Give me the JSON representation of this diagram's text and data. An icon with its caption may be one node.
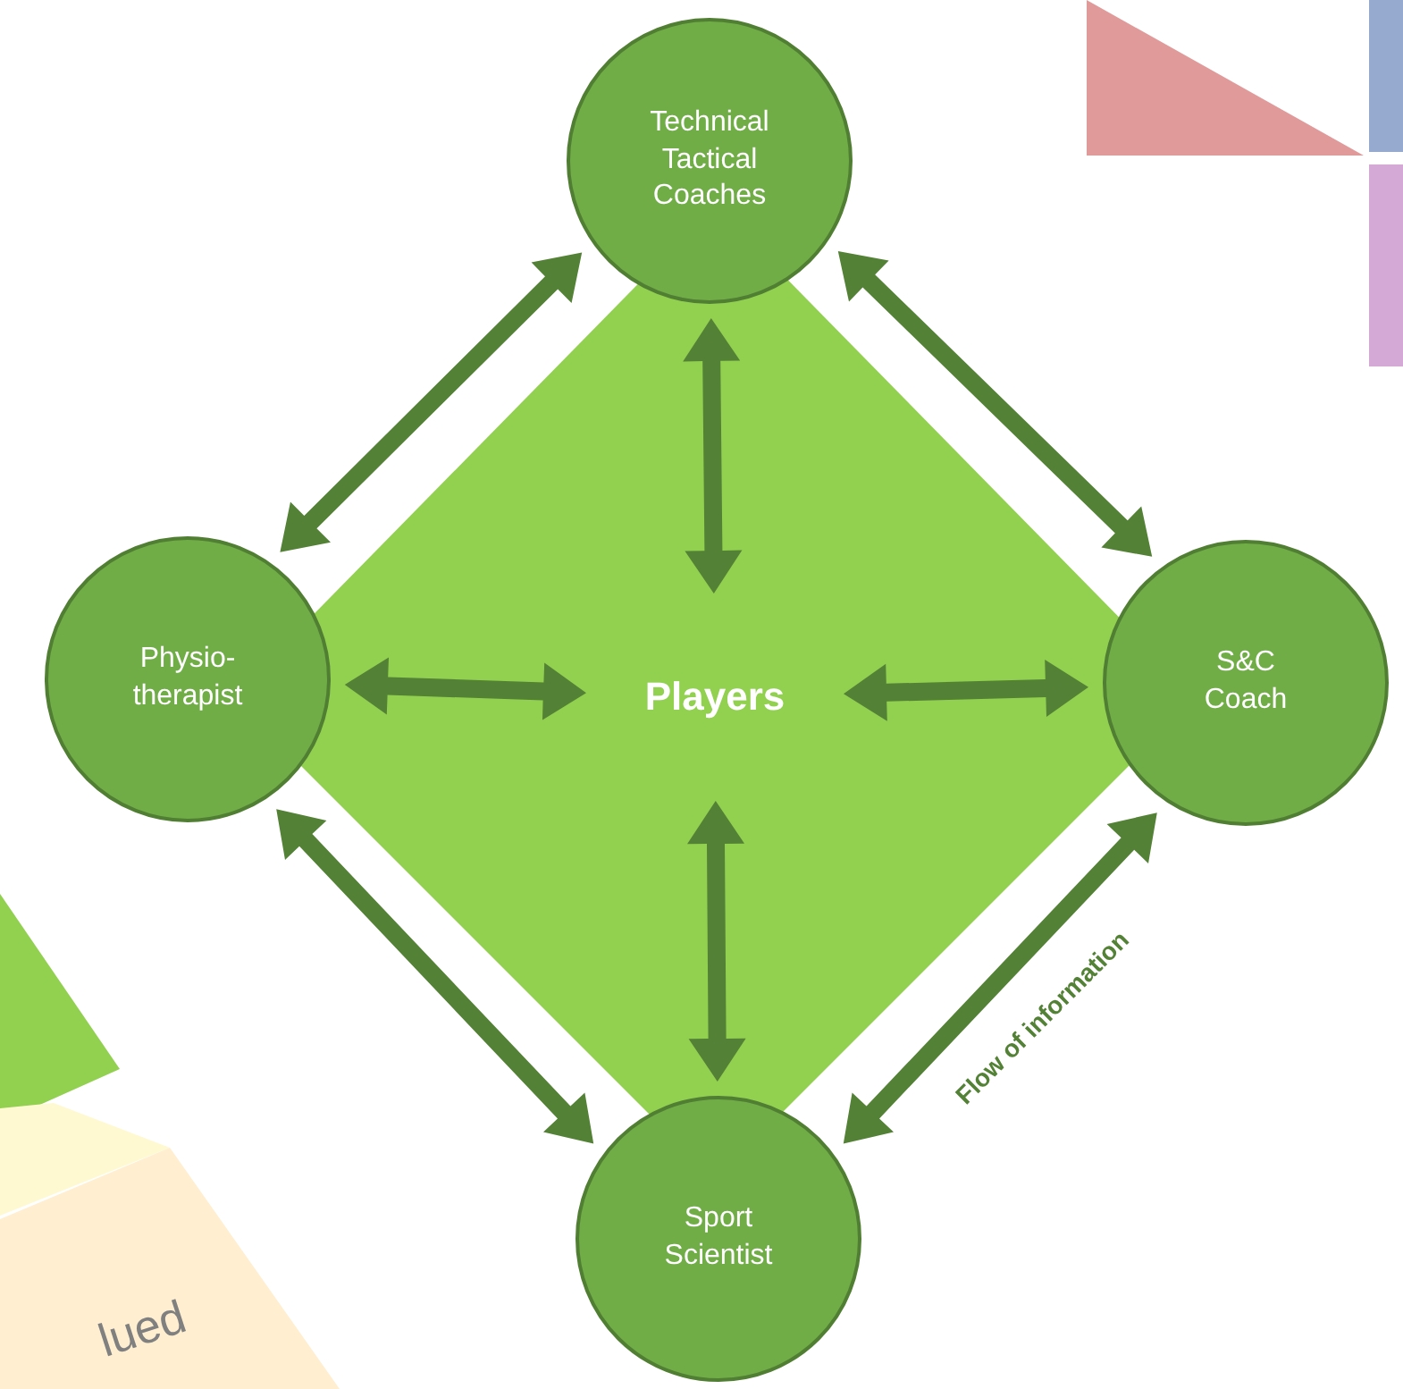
{
  "diagram": {
    "nodes": [
      {
        "text": [
          "Players"
        ]
      },
      {
        "text": [
          "Technical Tactical Coaches"
        ]
      },
      {
        "text": [
          "Physio- therapist"
        ]
      },
      {
        "text": [
          "S&C Coach"
        ]
      },
      {
        "text": [
          "Sport Scientist"
        ]
      }
    ],
    "edges": [
      {
        "from": 0,
        "to": 1,
        "arrow": "both"
      },
      {
        "from": 0,
        "to": 2,
        "arrow": "both"
      },
      {
        "from": 0,
        "to": 3,
        "arrow": "both"
      },
      {
        "from": 0,
        "to": 4,
        "arrow": "both"
      },
      {
        "from": 2,
        "to": 1,
        "arrow": "both"
      },
      {
        "from": 1,
        "to": 3,
        "arrow": "both"
      },
      {
        "from": 2,
        "to": 4,
        "arrow": "both"
      },
      {
        "from": 4,
        "to": 3,
        "arrow": "both",
        "label": "Flow of information"
      }
    ],
    "labels": [
      "lued"
    ]
  }
}
